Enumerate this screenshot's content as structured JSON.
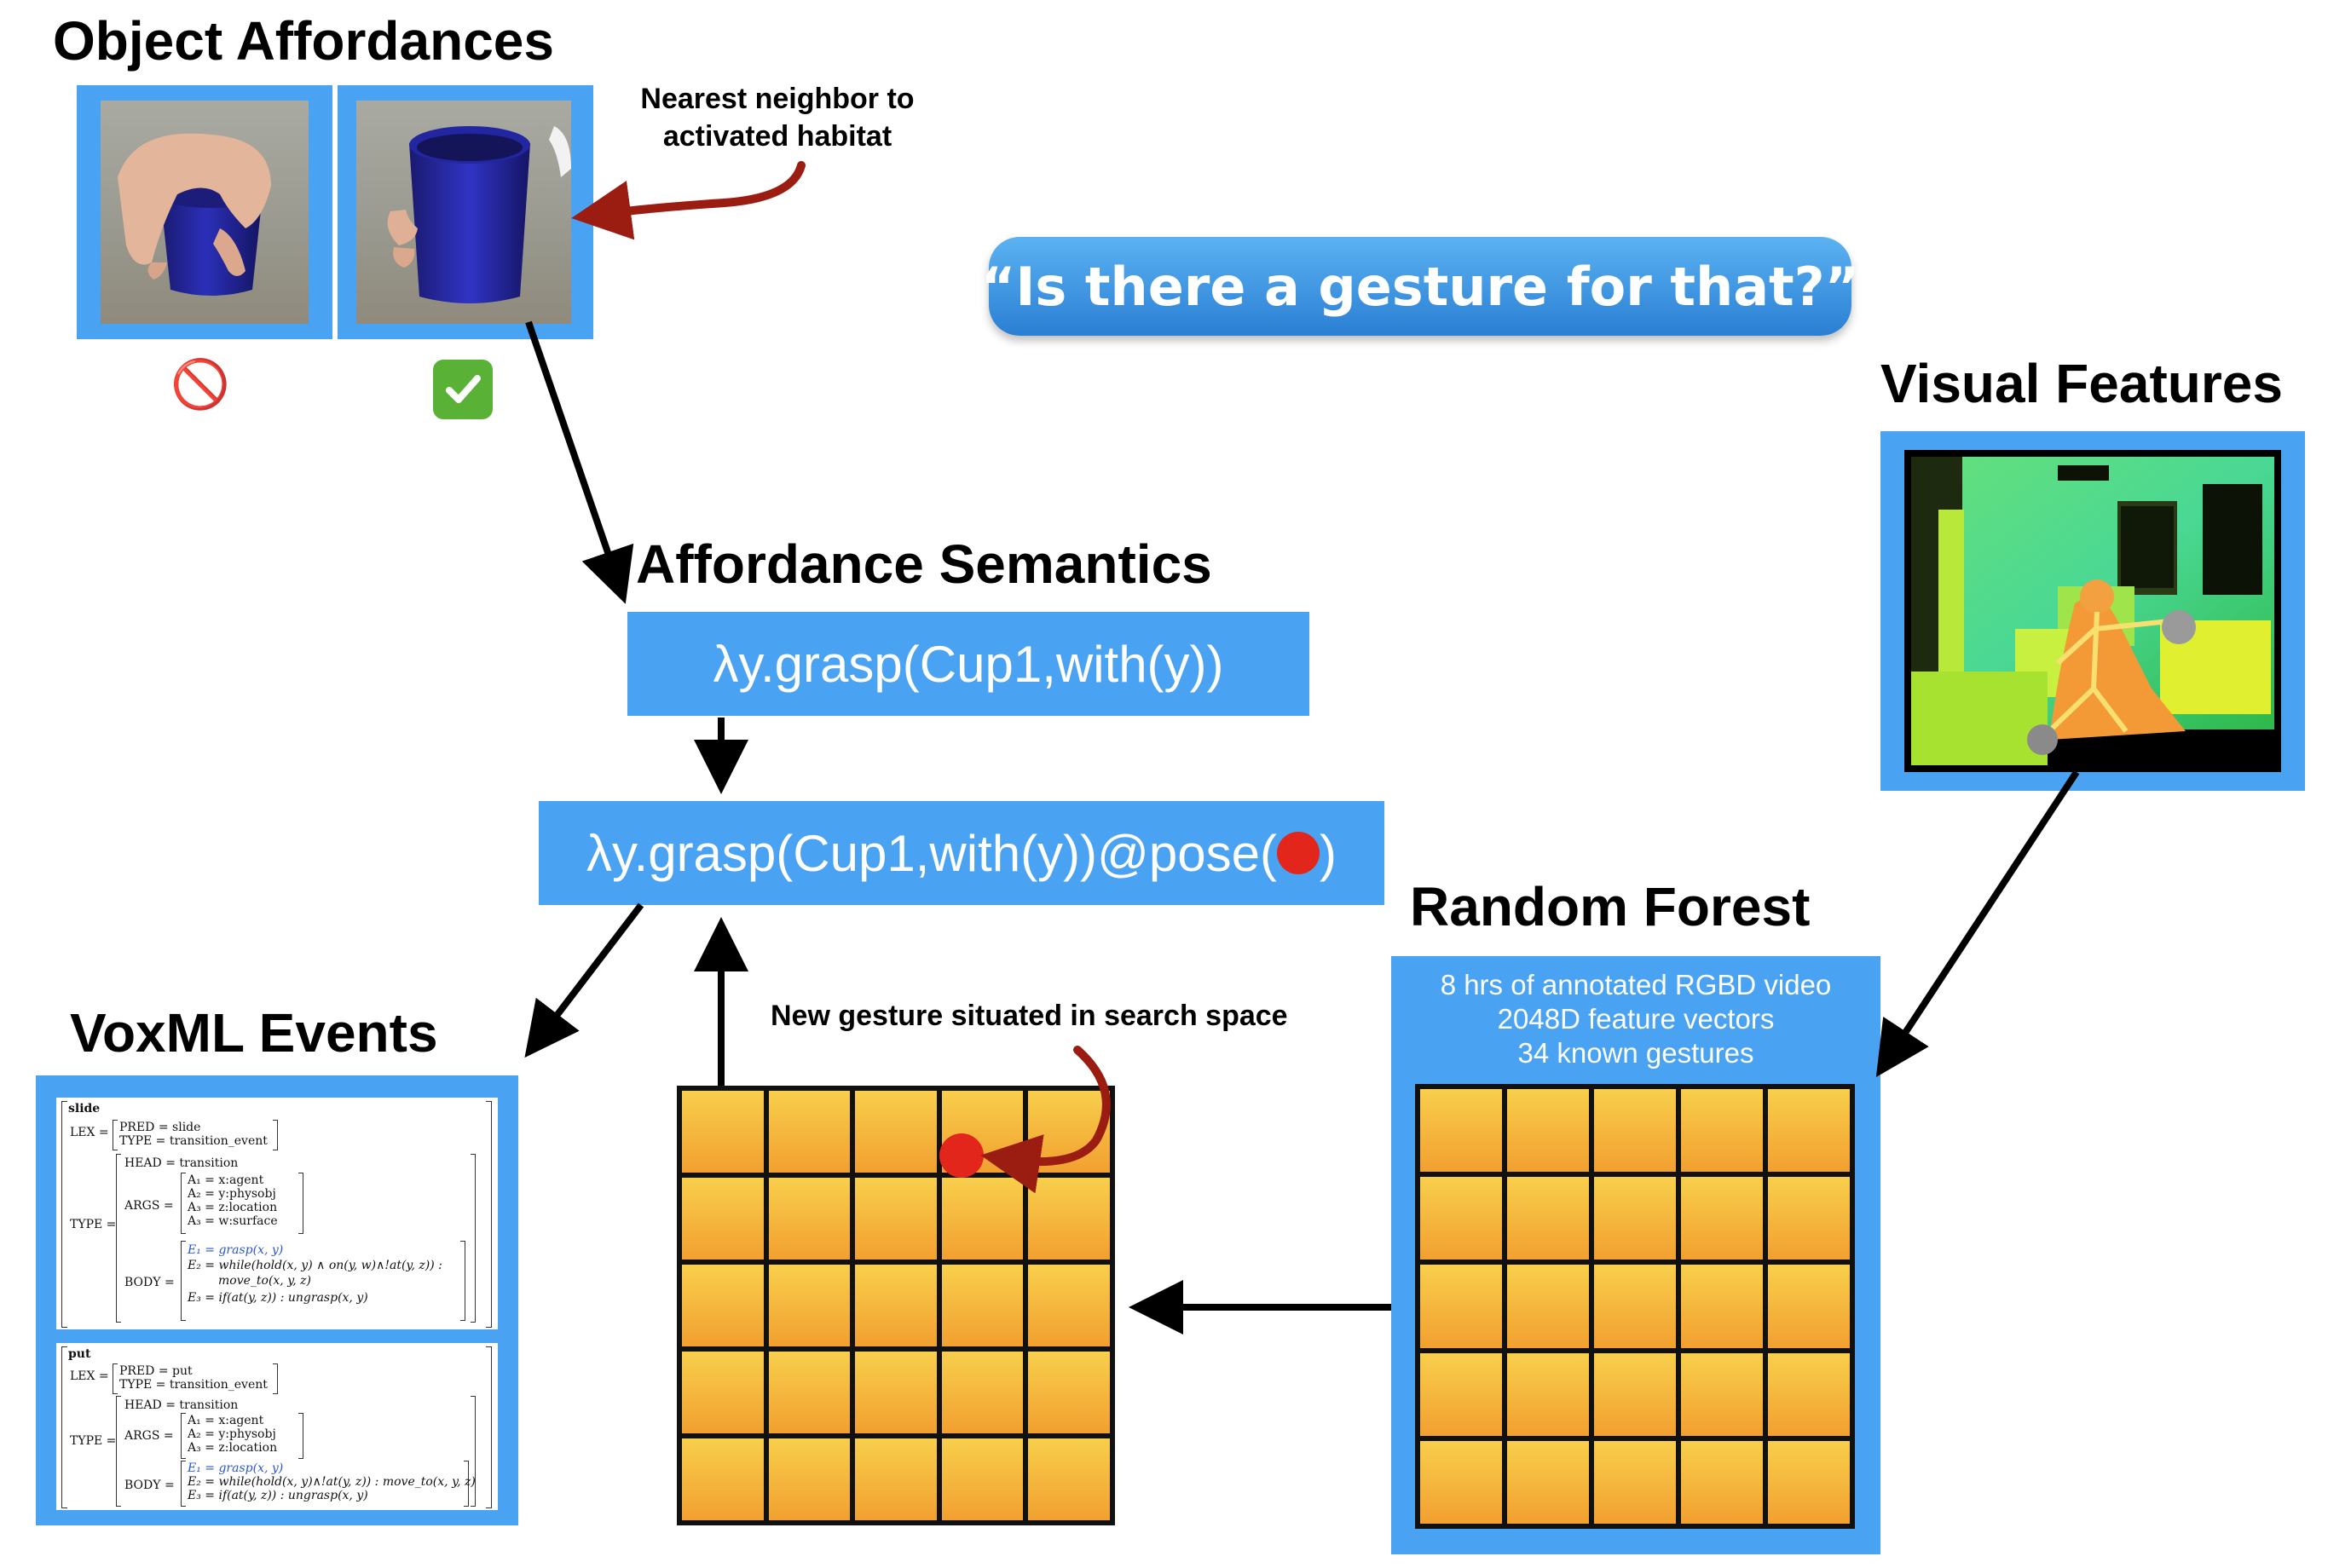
{
  "headings": {
    "object_affordances": "Object Affordances",
    "visual_features": "Visual Features",
    "affordance_semantics": "Affordance Semantics",
    "random_forest": "Random Forest",
    "voxml_events": "VoxML Events"
  },
  "notes": {
    "nearest_neighbor_line1": "Nearest neighbor to",
    "nearest_neighbor_line2": "activated habitat",
    "new_gesture": "New gesture situated in search space"
  },
  "question": "“Is there a gesture for that?”",
  "semantics": {
    "lambda": "λy.grasp(Cup1,with(y))",
    "lambda_pose_prefix": "λy.grasp(Cup1,with(y))@pose(",
    "lambda_pose_suffix": ")"
  },
  "random_forest": {
    "line1": "8 hrs of annotated RGBD video",
    "line2": "2048D feature vectors",
    "line3": "34 known gestures"
  },
  "affordance_marks": {
    "left": "🚫",
    "right": "✅"
  },
  "voxml_slide": {
    "name": "slide",
    "lex": "LEX =",
    "pred": "PRED = slide",
    "type_event": "TYPE = transition_event",
    "type": "TYPE =",
    "head": "HEAD = transition",
    "args": "ARGS =",
    "a1": "A₁ = x:agent",
    "a2": "A₂ = y:physobj",
    "a3": "A₃ = z:location",
    "a3b": "A₃ = w:surface",
    "body": "BODY =",
    "e1": "E₁ = grasp(x, y)",
    "e2": "E₂ = while(hold(x, y) ∧ on(y, w)∧!at(y, z)) :",
    "e2b": "move_to(x, y, z)",
    "e3": "E₃ = if(at(y, z)) : ungrasp(x, y)"
  },
  "voxml_put": {
    "name": "put",
    "lex": "LEX =",
    "pred": "PRED = put",
    "type_event": "TYPE = transition_event",
    "type": "TYPE =",
    "head": "HEAD = transition",
    "args": "ARGS =",
    "a1": "A₁ = x:agent",
    "a2": "A₂ = y:physobj",
    "a3": "A₃ = z:location",
    "body": "BODY =",
    "e1": "E₁ = grasp(x, y)",
    "e2": "E₂ = while(hold(x, y)∧!at(y, z)) : move_to(x, y, z)",
    "e3": "E₃ = if(at(y, z)) : ungrasp(x, y)"
  },
  "colors": {
    "frame_blue": "#4aa3f2",
    "grid_cell_top": "#f8cf4c",
    "grid_cell_bottom": "#f2a030",
    "annotation_arrow": "#9b1c10",
    "pose_dot": "#e2261b"
  }
}
